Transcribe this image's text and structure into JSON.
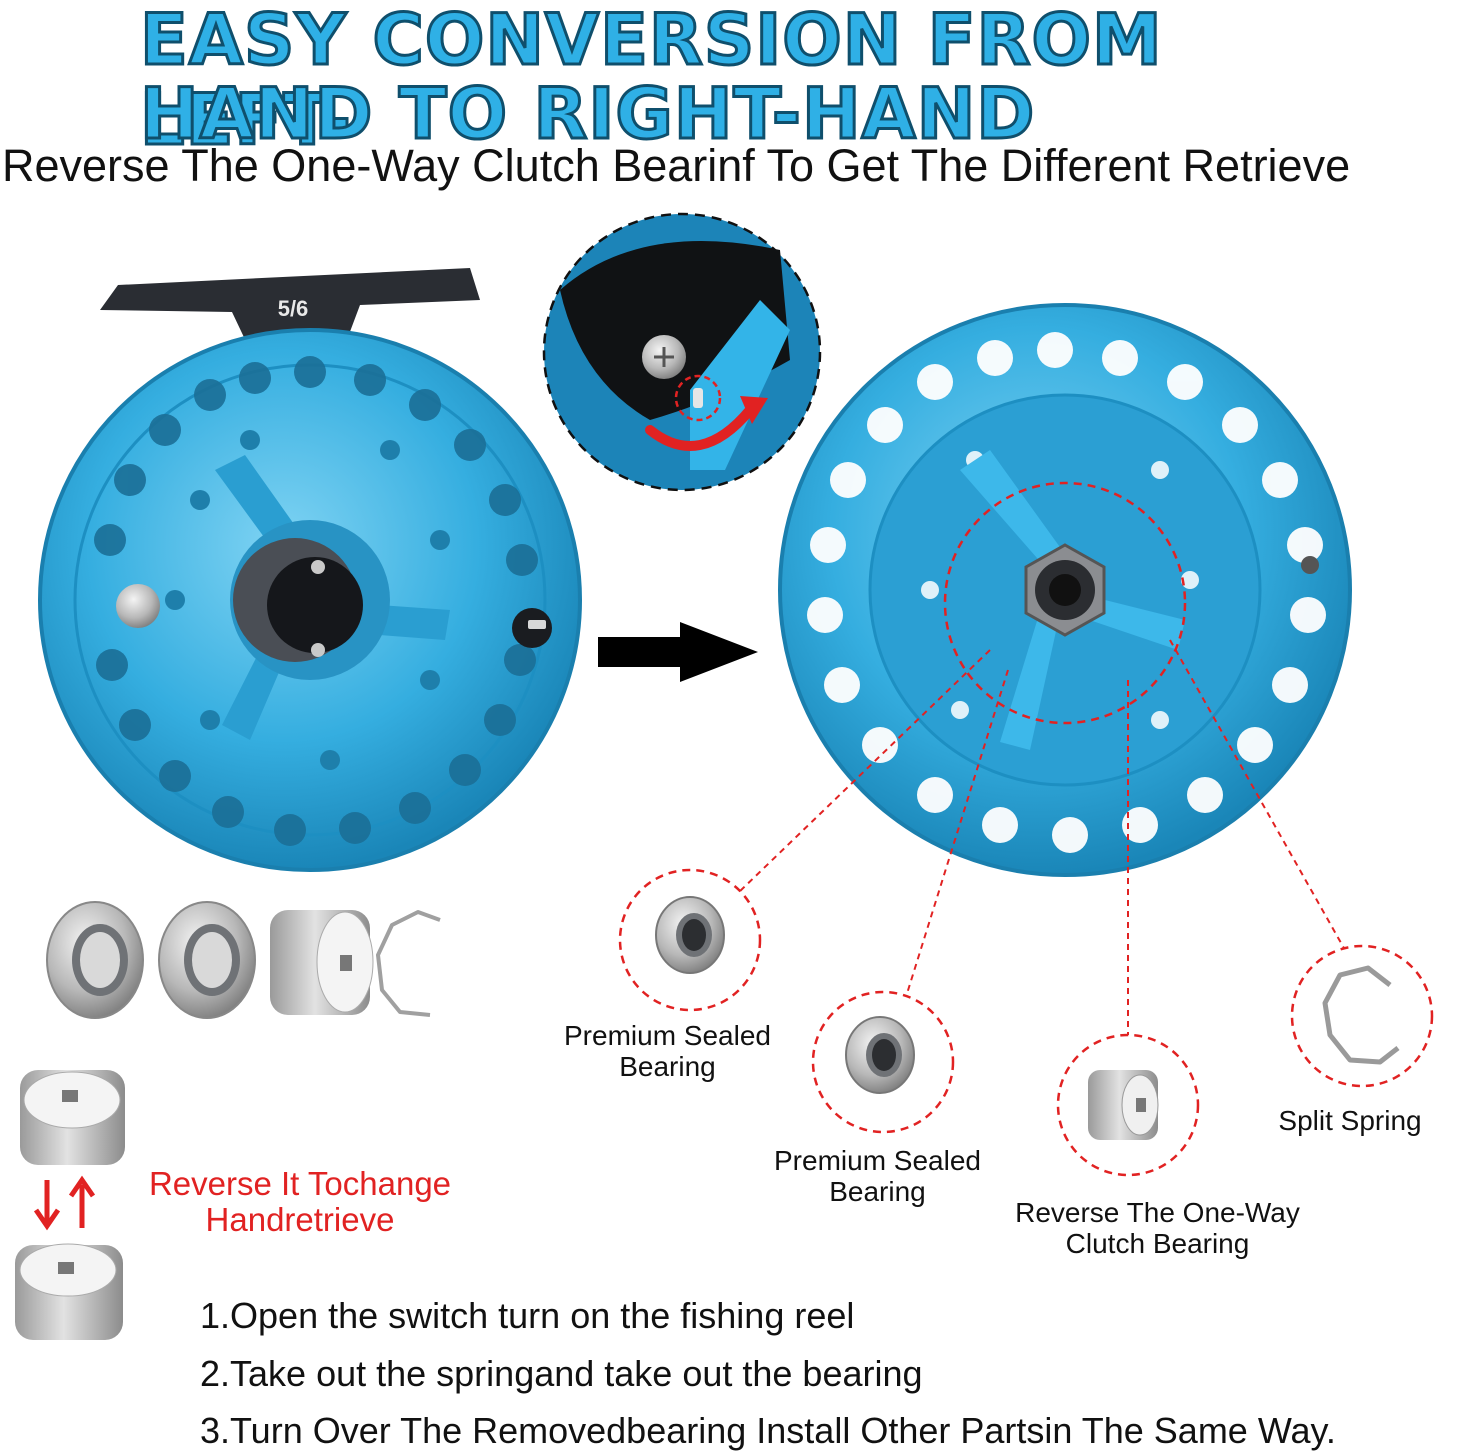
{
  "headline": {
    "line1": "EASY CONVERSION FROM LEFT-",
    "line2": "HAND TO RIGHT-HAND"
  },
  "subtitle": "Reverse The One-Way Clutch Bearinf To Get The Different Retrieve",
  "reel": {
    "size_label": "5/6"
  },
  "callouts": {
    "bearing_1": "Premium Sealed Bearing",
    "bearing_2": "Premium Sealed Bearing",
    "clutch": "Reverse The One-Way Clutch Bearing",
    "spring": "Split Spring"
  },
  "reverse_note": "Reverse It Tochange Handretrieve",
  "steps": [
    "1.Open the switch turn on the fishing reel",
    "2.Take out the springand take out the bearing",
    "3.Turn Over The Removedbearing Install Other Partsin The Same Way."
  ],
  "colors": {
    "reel_blue": "#35aee0",
    "accent_red": "#e12222",
    "headline_blue": "#2fb0e6"
  }
}
